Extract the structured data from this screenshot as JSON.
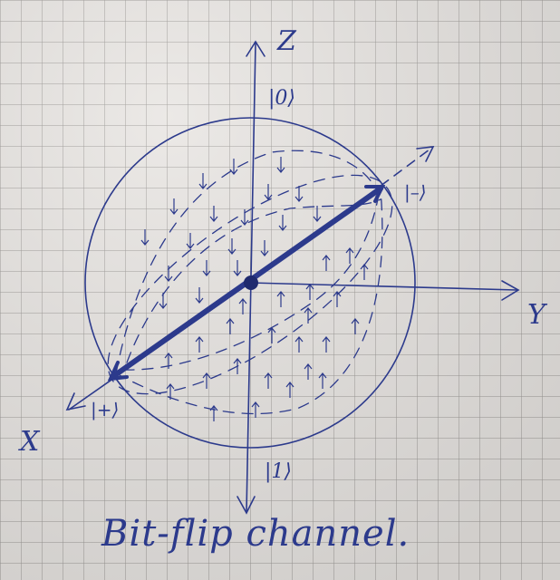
{
  "labels": {
    "z": "Z",
    "y": "Y",
    "x": "X",
    "ket_0": "|0⟩",
    "ket_1": "|1⟩",
    "ket_plus": "|+⟩",
    "ket_minus": "|–⟩"
  },
  "caption": "Bit-flip channel.",
  "colors": {
    "ink": "#2c3a8c",
    "paper": "#e9e6e3",
    "grid": "#9d9a97"
  }
}
